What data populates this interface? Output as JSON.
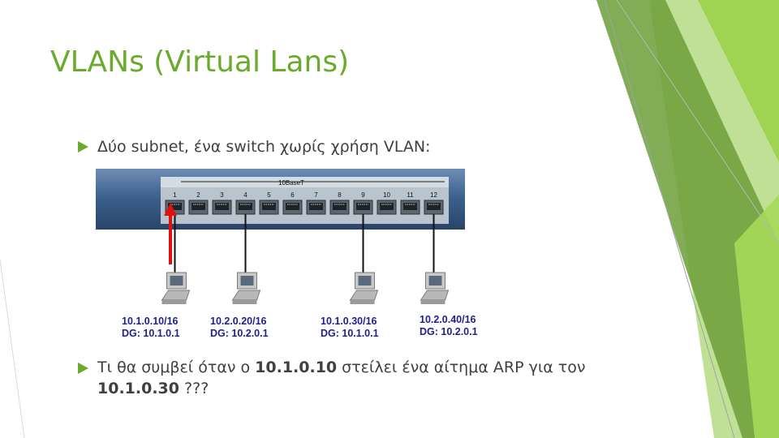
{
  "slide": {
    "title": "VLANs (Virtual Lans)",
    "bullet1": "Δύο subnet, ένα switch χωρίς χρήση VLAN:",
    "bullet2": {
      "prefix": "Τι θα συμβεί όταν ο ",
      "src_ip": "10.1.0.10",
      "middle": " στείλει ένα αίτημα ARP για τον ",
      "dst_ip": "10.1.0.30",
      "suffix": " ???"
    }
  },
  "switch": {
    "label": "10BaseT",
    "port_numbers": [
      "1",
      "2",
      "3",
      "4",
      "5",
      "6",
      "7",
      "8",
      "9",
      "10",
      "11",
      "12"
    ]
  },
  "hosts": [
    {
      "ip": "10.1.0.10/16",
      "gateway": "DG: 10.1.0.1",
      "port": 1,
      "color": "#1f1f8f"
    },
    {
      "ip": "10.2.0.20/16",
      "gateway": "DG: 10.2.0.1",
      "port": 4,
      "color": "#1f1f8f"
    },
    {
      "ip": "10.1.0.30/16",
      "gateway": "DG: 10.1.0.1",
      "port": 9,
      "color": "#1f1f8f"
    },
    {
      "ip": "10.2.0.40/16",
      "gateway": "DG: 10.2.0.1",
      "port": 12,
      "color": "#1f1f8f"
    }
  ],
  "colors": {
    "accent": "#6aaa2c",
    "switch_body": "#3a5f8c",
    "arrow": "#e01010"
  }
}
